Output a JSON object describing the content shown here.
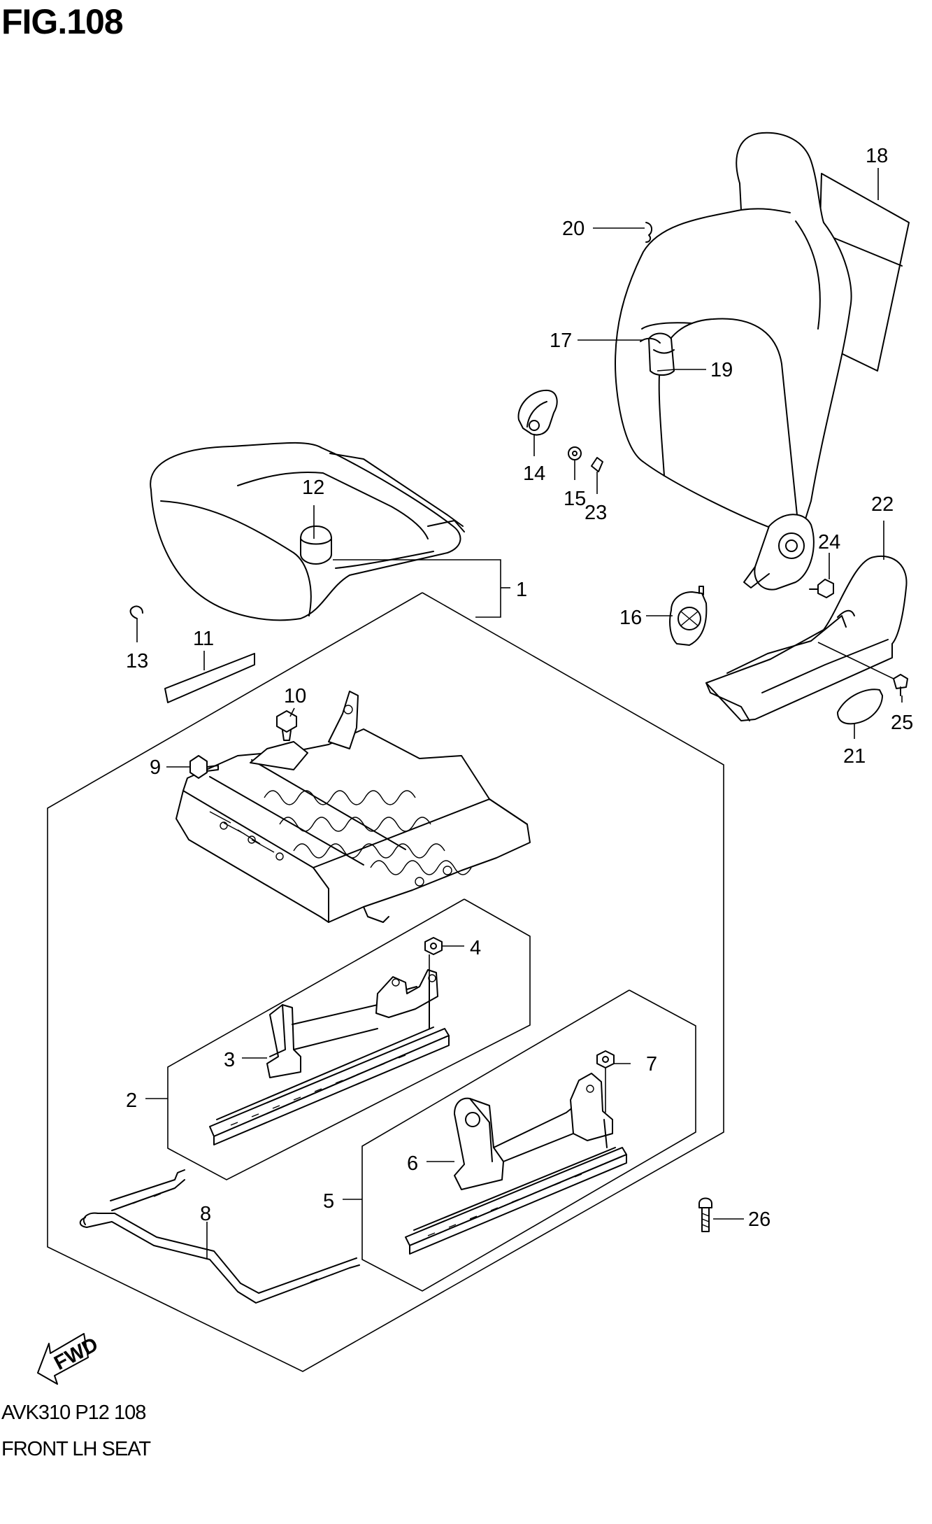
{
  "figure": {
    "title": "FIG.108",
    "code": "AVK310 P12 108",
    "caption": "FRONT LH SEAT"
  },
  "callouts": [
    "1",
    "2",
    "3",
    "4",
    "5",
    "6",
    "7",
    "8",
    "9",
    "10",
    "11",
    "12",
    "13",
    "14",
    "15",
    "16",
    "17",
    "18",
    "19",
    "20",
    "21",
    "22",
    "23",
    "24",
    "25",
    "26"
  ],
  "direction_marker": "FWD",
  "icons": {
    "direction_marker": "fwd-arrow-icon"
  }
}
